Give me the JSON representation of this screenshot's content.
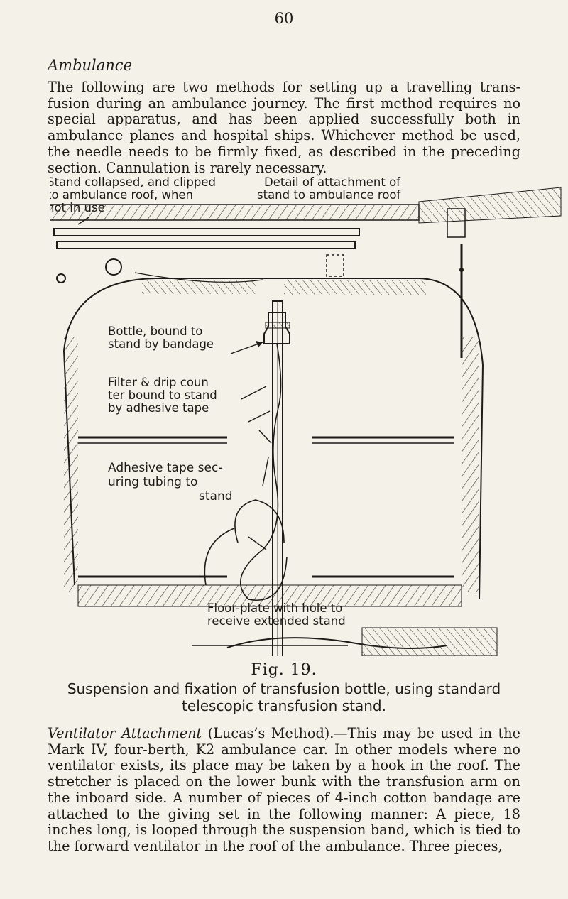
{
  "page_number": "60",
  "heading": "Ambulance",
  "paragraph1": "The following are two methods for setting up a travelling trans-fusion during an ambulance journey. The first method requires no special apparatus, and has been applied successfully both in ambulance planes and hospital ships. Whichever method be used, the needle needs to be firmly fixed, as described in the preceding section. Cannulation is rarely necessary.",
  "figure": {
    "label_stand_collapsed_1": "Stand collapsed, and clipped",
    "label_stand_collapsed_2": "to ambulance roof, when",
    "label_stand_collapsed_3": "not in use",
    "label_detail_1": "Detail of attachment of",
    "label_detail_2": "stand to ambulance roof",
    "label_bottle_1": "Bottle, bound to",
    "label_bottle_2": "stand by bandage",
    "label_filter_1": "Filter & drip coun",
    "label_filter_2": "ter bound to stand",
    "label_filter_3": "by adhesive tape",
    "label_adhesive_1": "Adhesive tape sec-",
    "label_adhesive_2": "uring tubing to",
    "label_adhesive_3": "stand",
    "label_floor_1": "Floor-plate with hole to",
    "label_floor_2": "receive extended stand",
    "fig_number": "Fig. 19."
  },
  "caption_line1": "Suspension and fixation of transfusion bottle, using standard",
  "caption_line2": "telescopic transfusion stand.",
  "paragraph2": {
    "italic_lead": "Ventilator Attachment",
    "text": " (Lucas’s Method).—This may be used in the Mark IV, four-berth, K2 ambulance car. In other models where no ventilator exists, its place may be taken by a hook in the roof. The stretcher is placed on the lower bunk with the transfusion arm on the inboard side. A number of pieces of 4-inch cotton bandage are attached to the giving set in the following manner: A piece, 18 inches long, is looped through the suspension band, which is tied to the forward ventilator in the roof of the ambulance. Three pieces,"
  }
}
